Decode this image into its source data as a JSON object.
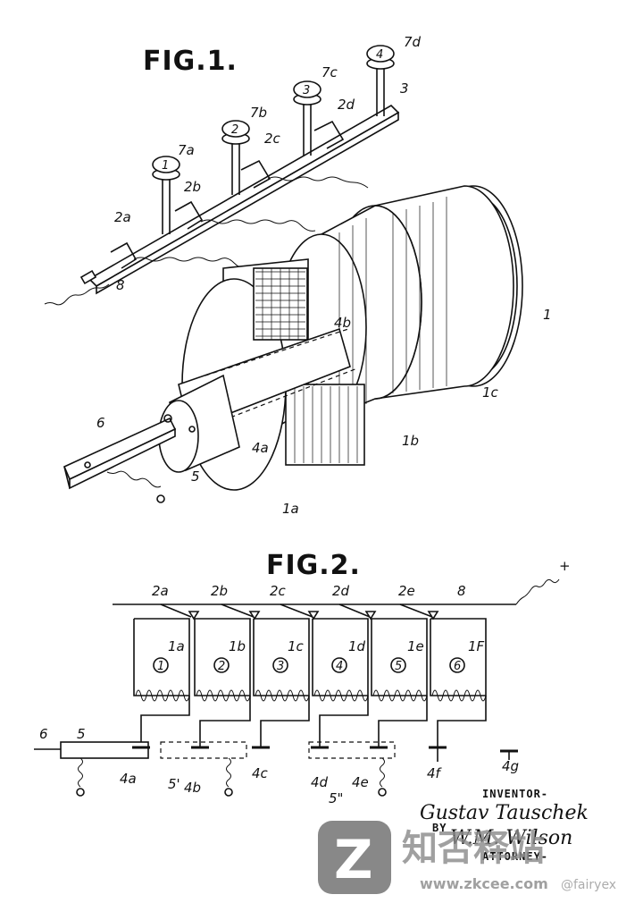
{
  "fig1": {
    "title": "FIG.1.",
    "keys": [
      "1",
      "2",
      "3",
      "4"
    ],
    "labels": {
      "k7a": "7a",
      "k7b": "7b",
      "k7c": "7c",
      "k7d": "7d",
      "rod3": "3",
      "s2a": "2a",
      "s2b": "2b",
      "s2c": "2c",
      "s2d": "2d",
      "wire8": "8",
      "coil1": "1",
      "coil1a": "1a",
      "coil1b": "1b",
      "coil1c": "1c",
      "core4a": "4a",
      "core4b": "4b",
      "tube5": "5",
      "rod6": "6"
    }
  },
  "fig2": {
    "title": "FIG.2.",
    "plus": "+",
    "wire_label": "8",
    "switch_labels": [
      "2a",
      "2b",
      "2c",
      "2d",
      "2e"
    ],
    "coils": [
      {
        "num": "1",
        "label": "1a"
      },
      {
        "num": "2",
        "label": "1b"
      },
      {
        "num": "3",
        "label": "1c"
      },
      {
        "num": "4",
        "label": "1d"
      },
      {
        "num": "5",
        "label": "1e"
      },
      {
        "num": "6",
        "label": "1F"
      }
    ],
    "core_labels": [
      "4a",
      "4b",
      "4c",
      "4d",
      "4e",
      "4f",
      "4g"
    ],
    "rod_label": "6",
    "tube_labels": [
      "5",
      "5'",
      "5\""
    ]
  },
  "signature": {
    "inventor_caption": "INVENTOR-",
    "inventor_name": "Gustav Tauschek",
    "by": "BY",
    "attorney_name": "W.M. Wilson",
    "attorney_caption": "ATTORNEY-"
  },
  "watermark": {
    "logo_letter": "Z",
    "site_name": "知否释站",
    "url": "www.zkcee.com",
    "handle": "@fairyex"
  }
}
